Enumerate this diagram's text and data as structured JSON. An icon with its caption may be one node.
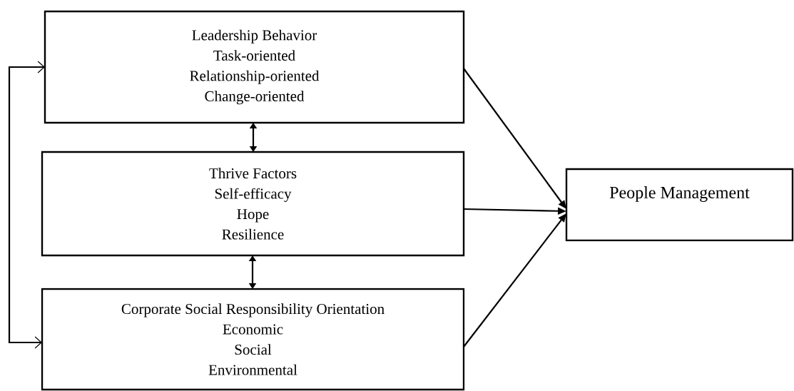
{
  "diagram": {
    "nodes": [
      {
        "text": [
          "Leadership Behavior",
          "Task-oriented",
          "Relationship-oriented",
          "Change-oriented"
        ]
      },
      {
        "text": [
          "Thrive Factors",
          "Self-efficacy",
          "Hope",
          "Resilience"
        ]
      },
      {
        "text": [
          "Corporate Social Responsibility Orientation",
          "Economic",
          "Social",
          "Environmental"
        ]
      },
      {
        "text": [
          "People Management"
        ]
      }
    ],
    "edges": [
      {
        "from": 0,
        "to": 1,
        "arrow": "both"
      },
      {
        "from": 1,
        "to": 2,
        "arrow": "both"
      },
      {
        "from": 2,
        "to": 0,
        "arrow": "both"
      },
      {
        "from": 0,
        "to": 3,
        "arrow": "to"
      },
      {
        "from": 1,
        "to": 3,
        "arrow": "to"
      },
      {
        "from": 2,
        "to": 3,
        "arrow": "to"
      }
    ]
  }
}
